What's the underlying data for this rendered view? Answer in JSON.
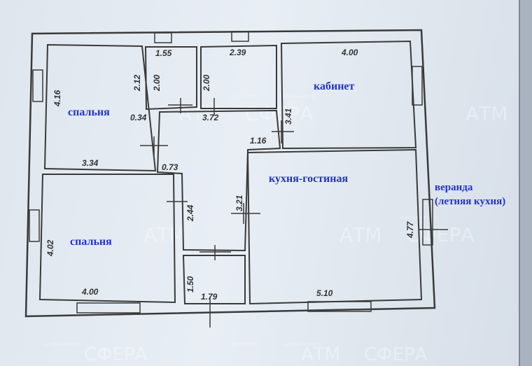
{
  "rooms": {
    "bedroom_top": "спальня",
    "bedroom_bottom": "спальня",
    "study": "кабинет",
    "kitchen_living": "кухня-гостиная",
    "veranda_line1": "веранда",
    "veranda_line2": "(летняя кухня)"
  },
  "dimensions": {
    "d_1_55": "1.55",
    "d_2_39": "2.39",
    "d_4_00_top": "4.00",
    "d_2_12": "2.12",
    "d_2_00_a": "2.00",
    "d_2_00_b": "2.00",
    "d_4_16": "4.16",
    "d_0_34": "0.34",
    "d_3_72": "3.72",
    "d_3_41": "3.41",
    "d_1_16": "1.16",
    "d_3_34": "3.34",
    "d_0_73": "0.73",
    "d_2_44": "2.44",
    "d_3_21": "3.21",
    "d_4_02": "4.02",
    "d_4_77": "4.77",
    "d_4_00_bottom": "4.00",
    "d_1_50": "1.50",
    "d_1_79": "1.79",
    "d_5_10": "5.10"
  },
  "watermark": {
    "brand_left": "АТМ",
    "brand_right": "СФЕРА",
    "caption_agency": "агентство",
    "caption_realty": "недвижимости"
  },
  "colors": {
    "wall": "#3a3a3a",
    "room_label": "#2233cc",
    "paper": "#e3e9f0"
  }
}
